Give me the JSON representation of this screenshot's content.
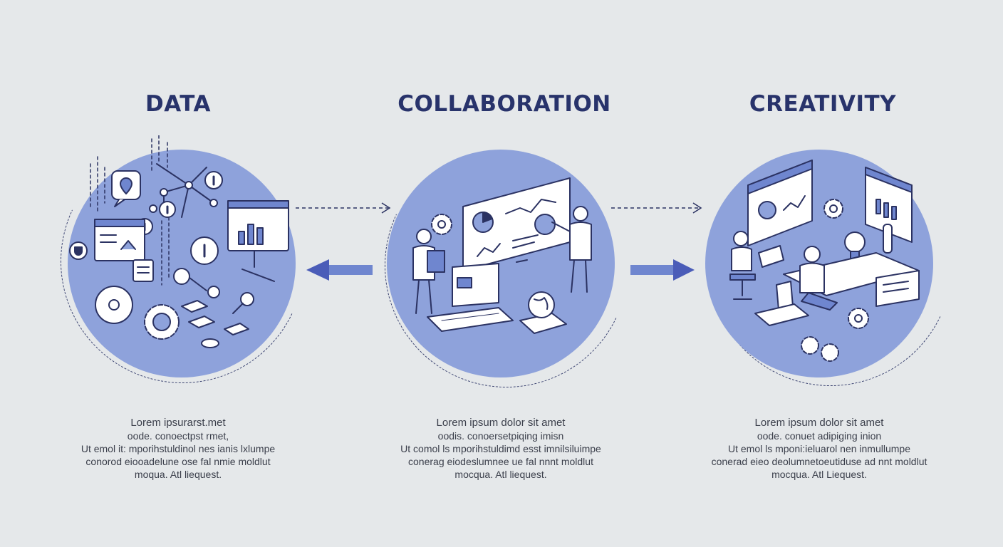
{
  "columns": [
    {
      "title": "DATA",
      "lines": [
        "Lorem ipsurarst.met",
        "oode. conoectpst rmet,",
        "Ut emol it: mporihstuldinol nes ianis lxlumpe",
        "conorod eiooadelune ose fal nmie moldlut",
        "moqua. Atl liequest."
      ]
    },
    {
      "title": "COLLABORATION",
      "lines": [
        "Lorem ipsum dolor sit amet",
        "oodis. conoersetpiqing imisn",
        "Ut comol ls mporihstuldimd esst imnilsiluimpe",
        "conerag eiodeslumnee ue fal nnnt moldlut",
        "mocqua. Atl liequest."
      ]
    },
    {
      "title": "CREATIVITY",
      "lines": [
        "Lorem ipsum dolor sit amet",
        "oode. conuet adipiging inion",
        "Ut emol ls mponi:ieluarol nen inmullumpe",
        "conerad eieo deolumnetoeutiduse ad nnt moldlut",
        "mocqua. Atl Liequest."
      ]
    }
  ],
  "colors": {
    "background": "#e5e8ea",
    "circle": "#8ea2db",
    "title": "#28336b",
    "arrow": "#4a5cb8",
    "line": "#2b3262"
  },
  "icons": [
    "network-icon",
    "info-icon",
    "gear-icon",
    "monitor-icon",
    "whiteboard-icon",
    "laptop-icon",
    "globe-icon",
    "person-icon",
    "desk-icon",
    "lightbulb-icon"
  ]
}
